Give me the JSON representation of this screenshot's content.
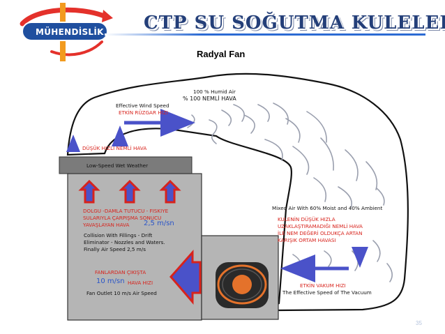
{
  "header": {
    "title": "CTP SU SOĞUTMA KULELERİ",
    "subtitle": "Radyal Fan",
    "logo_text": "MÜHENDİSLİK"
  },
  "diagram": {
    "humid_air_en": "100 % Humid Air",
    "humid_air_tr": "% 100 NEMLİ HAVA",
    "wind_speed_en": "Effective Wind Speed",
    "wind_speed_tr": "ETKİN RÜZGAR HIZI",
    "low_humid_tr": "DÜŞÜK HIZLI NEMLİ HAVA",
    "low_speed_en": "Low-Speed Wet Weather",
    "fill_tr_1": "DOLGU -DAMLA TUTUCU - FISKIYE",
    "fill_tr_2": "SULARIYLA ÇARPIŞMA SONUCU",
    "fill_tr_3": "YAVAŞLAYAN HAVA",
    "fill_speed": "2,5 m/sn",
    "fill_en_1": "Collision With Fillings - Drift",
    "fill_en_2": "Eliminator - Nozzles and Waters.",
    "fill_en_3": "Finally Air Speed 2,5 m/s",
    "fan_tr": "FANLARDAN ÇIKIŞTA",
    "fan_speed": "10 m/sn",
    "fan_speed_tr": "HAVA HIZI",
    "fan_en": "Fan Outlet 10 m/s Air Speed",
    "mixed_en": "Mixed Air With 60% Moist and 40% Ambient",
    "tower_tr_1": "KULENİN DÜŞÜK HIZLA",
    "tower_tr_2": "UZAKLAŞTIRAMADIĞI NEMLİ HAVA",
    "tower_tr_3": "İLE NEM DEĞERİ OLDUKÇA ARTAN",
    "tower_tr_4": "KARIŞIK ORTAM HAVASI",
    "vacuum_tr": "ETKİN VAKUM HIZI",
    "vacuum_en": "The Effective Speed of The Vacuum"
  },
  "page_number": "35"
}
